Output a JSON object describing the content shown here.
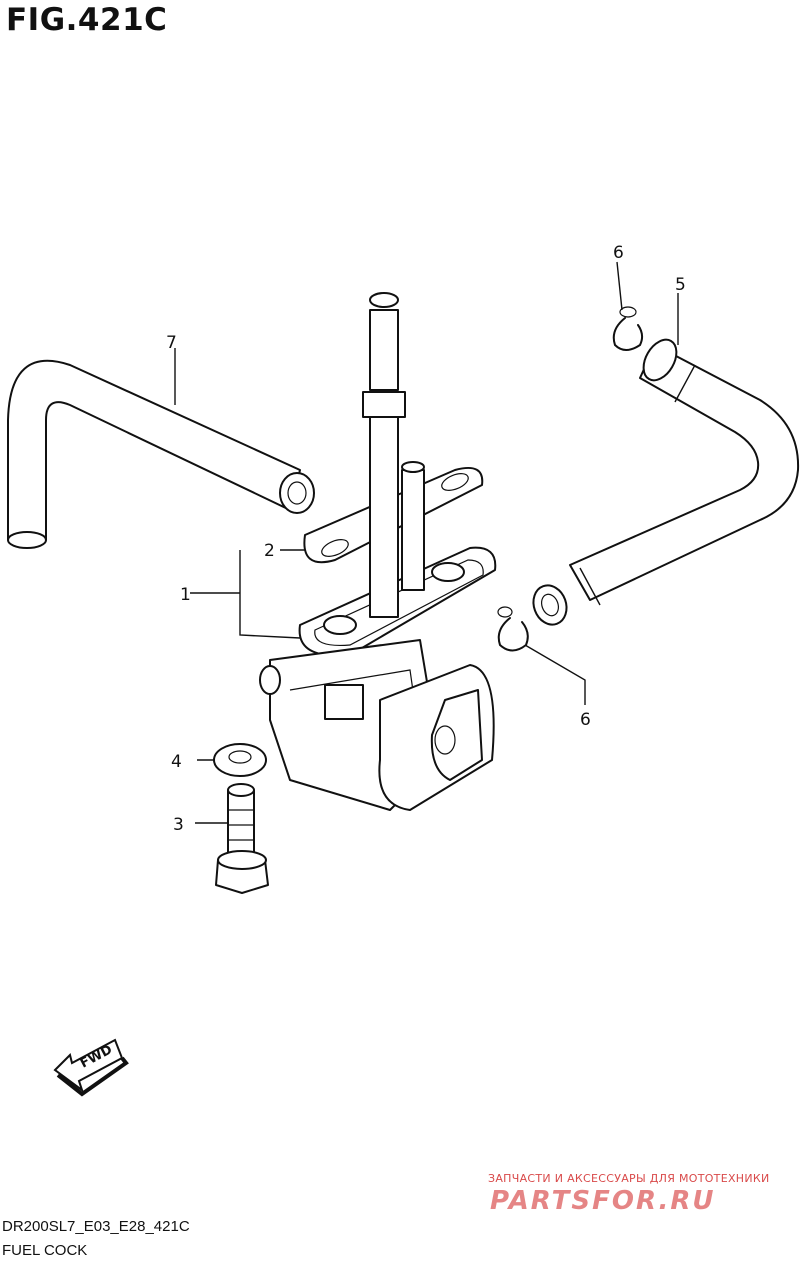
{
  "figure": {
    "title": "FIG.421C"
  },
  "callouts": [
    {
      "label": "1"
    },
    {
      "label": "2"
    },
    {
      "label": "3"
    },
    {
      "label": "4"
    },
    {
      "label": "5"
    },
    {
      "label": "6"
    },
    {
      "label": "6"
    },
    {
      "label": "7"
    }
  ],
  "fwd_arrow": {
    "text": "FWD"
  },
  "watermark": {
    "tagline": "ЗАПЧАСТИ И АКСЕССУАРЫ ДЛЯ МОТОТЕХНИКИ",
    "brand": "PARTSFOR.RU"
  },
  "footer": {
    "code": "DR200SL7_E03_E28_421C",
    "name": "FUEL COCK"
  }
}
